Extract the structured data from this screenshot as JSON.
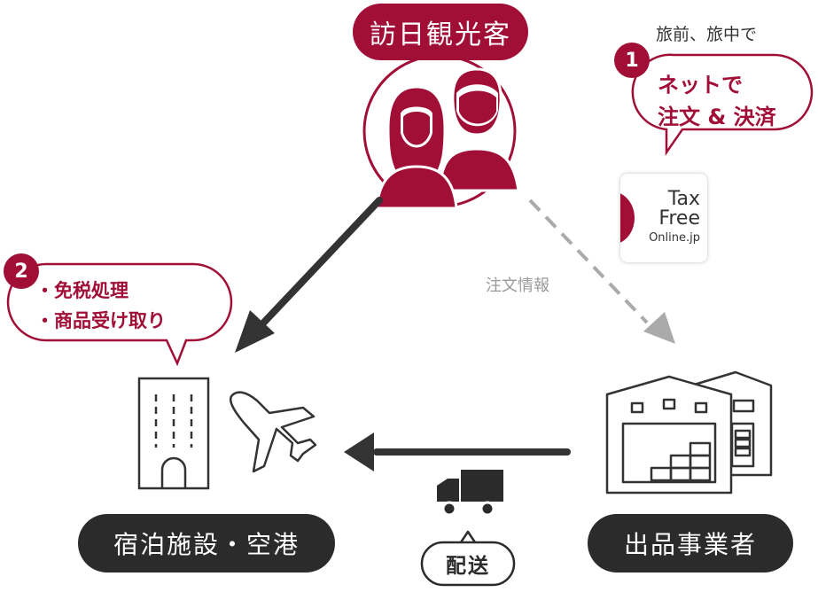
{
  "visitor": {
    "label": "訪日観光客",
    "icon": "tourists-icon"
  },
  "bubble_online": {
    "number": "1",
    "caption": "旅前、旅中で",
    "line1": "ネットで",
    "line2": "注文 & 決済"
  },
  "bubble_tax": {
    "number": "2",
    "line1": "・免税処理",
    "line2": "・商品受け取り"
  },
  "taxfree_logo": {
    "line1": "Tax",
    "line2": "Free",
    "line3": "Online.jp"
  },
  "order_info_label": "注文情報",
  "hotel_airport": {
    "label": "宿泊施設・空港"
  },
  "seller": {
    "label": "出品事業者"
  },
  "delivery": {
    "label": "配送"
  },
  "colors": {
    "brand": "#a10f37",
    "dark": "#2b2b2b",
    "line": "#333333",
    "dashed": "#aaaaaa"
  }
}
